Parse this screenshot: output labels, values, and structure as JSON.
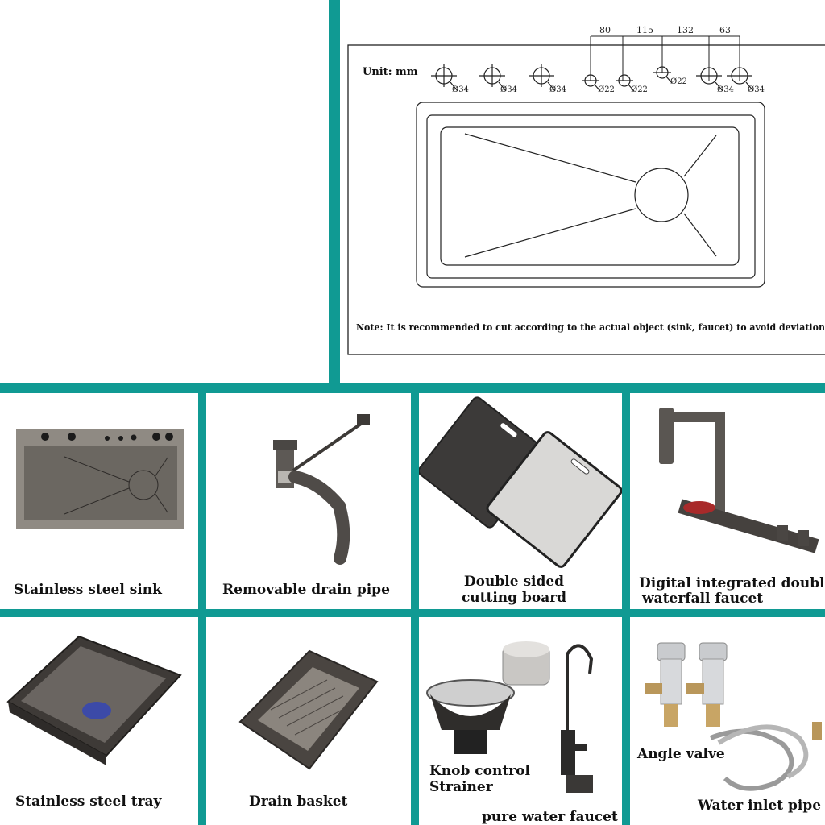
{
  "diagram": {
    "unit_label": "Unit: mm",
    "dimensions": [
      "80",
      "115",
      "132",
      "63"
    ],
    "holes": [
      "Ø34",
      "Ø34",
      "Ø34",
      "Ø22",
      "Ø22",
      "Ø22",
      "Ø34",
      "Ø34"
    ],
    "note": "Note: It is recommended to cut according to the actual object (sink, faucet) to avoid deviation!"
  },
  "products": [
    {
      "line1": "Stainless steel sink"
    },
    {
      "line1": "Removable drain pipe"
    },
    {
      "line1": "Double sided",
      "line2": "cutting board"
    },
    {
      "line1": "Digital integrated double",
      "line2": "waterfall faucet"
    },
    {
      "line1": "Stainless steel tray"
    },
    {
      "line1": "Drain basket"
    },
    {
      "line1": "Knob control",
      "line2": "Strainer",
      "line3": "pure water faucet"
    },
    {
      "line1": "Angle valve",
      "line2": "Water inlet pipe"
    }
  ],
  "colors": {
    "grid": "#109a93",
    "steel_dark": "#3e3a37",
    "steel_mid": "#8f8a83"
  }
}
